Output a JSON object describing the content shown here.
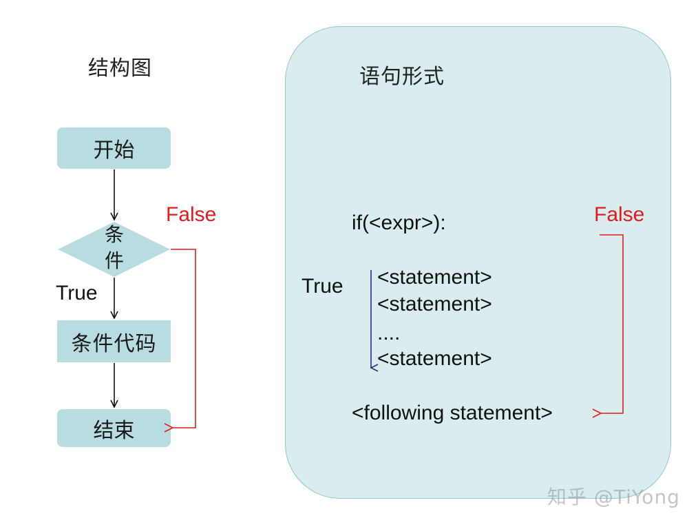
{
  "flowchart": {
    "title": "结构图",
    "start_label": "开始",
    "condition_label": "条件",
    "condition_lines": [
      "条",
      "件"
    ],
    "body_label": "条件代码",
    "end_label": "结束",
    "true_label": "True",
    "false_label": "False"
  },
  "syntax": {
    "title": "语句形式",
    "if_line": "if(<expr>):",
    "statement_1": "<statement>",
    "statement_2": "<statement>",
    "ellipsis": "....",
    "statement_3": "<statement>",
    "following": "<following statement>",
    "true_label": "True",
    "false_label": "False"
  },
  "watermark": "知乎 @TiYong",
  "colors": {
    "node_fill": "#b8dde0",
    "panel_fill": "#d9edee",
    "panel_border": "#8fc8cc",
    "false_path": "#e31b1b",
    "true_path": "#2c2c8c",
    "flow_arrow": "#111111"
  }
}
